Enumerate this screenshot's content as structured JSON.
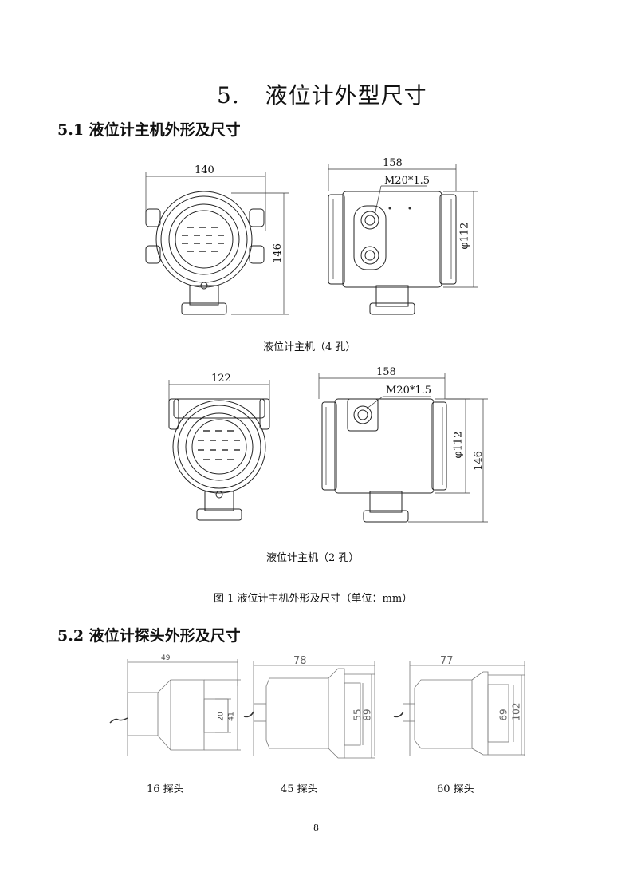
{
  "heading": {
    "number": "5.",
    "title": "液位计外型尺寸"
  },
  "section1": {
    "title": "5.1 液位计主机外形及尺寸"
  },
  "fig_4hole": {
    "front_width": "140",
    "front_height": "146",
    "side_width": "158",
    "thread": "M20*1.5",
    "diameter": "φ112",
    "caption": "液位计主机（4 孔）"
  },
  "fig_2hole": {
    "front_width": "122",
    "side_width": "158",
    "thread": "M20*1.5",
    "diameter": "φ112",
    "height": "146",
    "caption": "液位计主机（2 孔）"
  },
  "figure1_caption": "图 1  液位计主机外形及尺寸（单位：mm）",
  "section2": {
    "title": "5.2 液位计探头外形及尺寸"
  },
  "probes": [
    {
      "length": "49",
      "d_inner": "20",
      "d_outer": "41",
      "caption": "16 探头"
    },
    {
      "length": "78",
      "d_inner": "55",
      "d_outer": "89",
      "caption": "45 探头"
    },
    {
      "length": "77",
      "d_inner": "69",
      "d_outer": "102",
      "caption": "60 探头"
    }
  ],
  "page_number": "8"
}
